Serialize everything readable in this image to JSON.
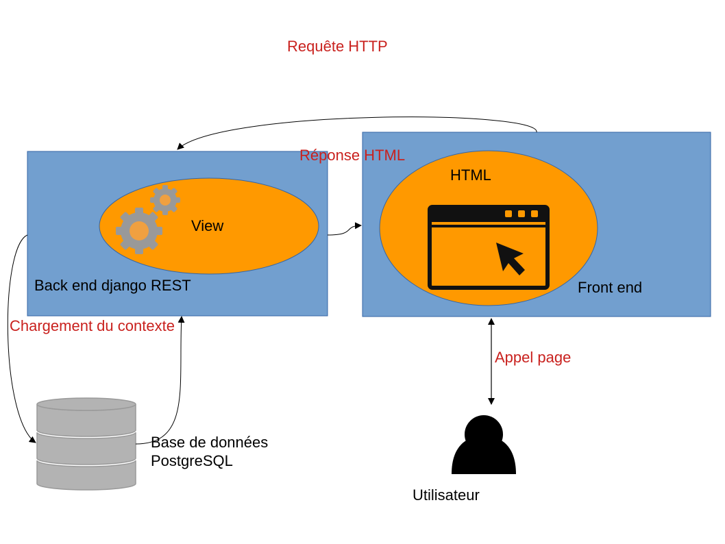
{
  "colors": {
    "box_fill": "#729fcf",
    "box_stroke": "#3465a4",
    "ellipse_fill": "#ff9900",
    "annotation_text": "#c9211e",
    "db_fill": "#b3b3b3",
    "icon_dark": "#111111"
  },
  "labels": {
    "http_request": "Requête HTTP",
    "html_response": "Réponse HTML",
    "context_loading": "Chargement du contexte",
    "page_call": "Appel page"
  },
  "backend": {
    "title": "Back end django REST",
    "view_label": "View",
    "icon": "gears-icon"
  },
  "frontend": {
    "title": "Front end",
    "html_label": "HTML",
    "icon": "browser-window-cursor-icon"
  },
  "database": {
    "line1": "Base de données",
    "line2": "PostgreSQL",
    "icon": "database-icon"
  },
  "user": {
    "label": "Utilisateur",
    "icon": "user-icon"
  }
}
